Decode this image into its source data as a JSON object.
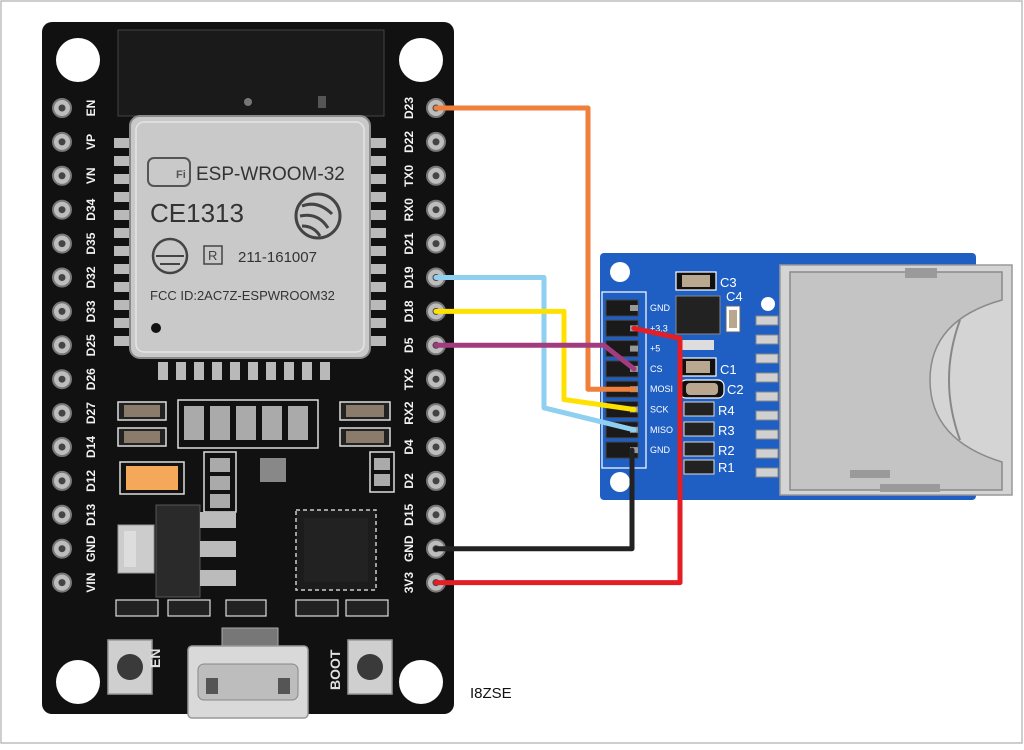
{
  "esp32": {
    "module_name": "ESP-WROOM-32",
    "ce_mark": "CE1313",
    "r_mark": "R",
    "cert_number": "211-161007",
    "fcc_id": "FCC ID:2AC7Z-ESPWROOM32",
    "wifi_logo": "Fi",
    "left_pins": [
      "EN",
      "VP",
      "VN",
      "D34",
      "D35",
      "D32",
      "D33",
      "D25",
      "D26",
      "D27",
      "D14",
      "D12",
      "D13",
      "GND",
      "VIN"
    ],
    "right_pins": [
      "D23",
      "D22",
      "TX0",
      "RX0",
      "D21",
      "D19",
      "D18",
      "D5",
      "TX2",
      "RX2",
      "D4",
      "D2",
      "D15",
      "GND",
      "3V3"
    ],
    "button_en": "EN",
    "button_boot": "BOOT"
  },
  "sd_module": {
    "pins": [
      "GND",
      "+3.3",
      "+5",
      "CS",
      "MOSI",
      "SCK",
      "MISO",
      "GND"
    ],
    "components": {
      "c1": "C1",
      "c2": "C2",
      "c3": "C3",
      "c4": "C4",
      "r1": "R1",
      "r2": "R2",
      "r3": "R3",
      "r4": "R4"
    }
  },
  "wires": [
    {
      "from": "D23",
      "to": "MOSI",
      "color": "#f07f3c"
    },
    {
      "from": "D19",
      "to": "MISO",
      "color": "#8fcff0"
    },
    {
      "from": "D18",
      "to": "SCK",
      "color": "#ffe100"
    },
    {
      "from": "D5",
      "to": "CS",
      "color": "#a13d7e"
    },
    {
      "from": "GND",
      "to": "GND",
      "color": "#222222"
    },
    {
      "from": "3V3",
      "to": "+3.3",
      "color": "#e31e24"
    }
  ],
  "author": "I8ZSE",
  "colors": {
    "board": "#111111",
    "sd_pcb": "#1f5fc4",
    "shield": "#c9c9c9"
  }
}
